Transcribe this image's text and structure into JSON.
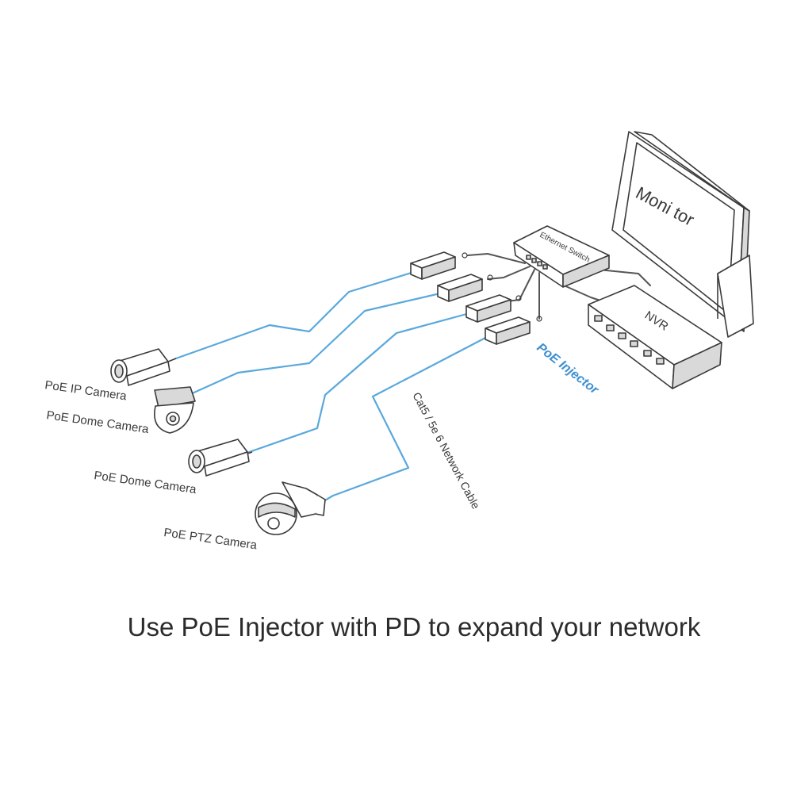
{
  "labels": {
    "monitor": "Moni tor",
    "switch": "Ethernet Switch",
    "nvr": "NVR",
    "injector": "PoE Injector",
    "cable": "Cat5 / 5e 6 Network Cable",
    "cam1": "PoE IP Camera",
    "cam2": "PoE Dome Camera",
    "cam3": "PoE Dome Camera",
    "cam4": "PoE PTZ Camera"
  },
  "caption": "Use PoE Injector with PD to expand your network",
  "colors": {
    "cable": "#5aa8dc",
    "line": "#3a3a3a",
    "injector_label": "#3e8fd0"
  }
}
